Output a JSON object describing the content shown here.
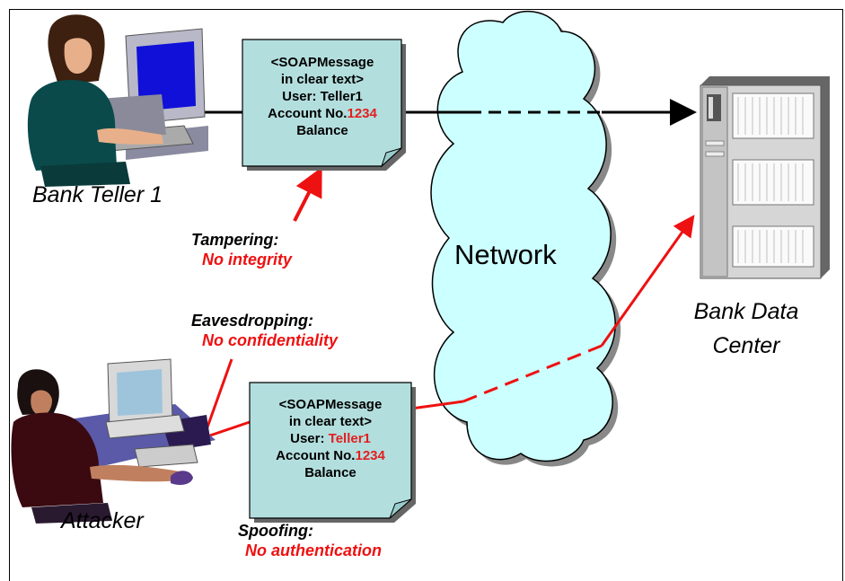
{
  "nodes": {
    "teller": "Bank Teller 1",
    "attacker": "Attacker",
    "datacenter_line1": "Bank Data",
    "datacenter_line2": "Center",
    "network": "Network"
  },
  "message_top": {
    "line1": "<SOAPMessage",
    "line2": "in clear text>",
    "user_prefix": "User: ",
    "user_value": "Teller1",
    "account_prefix": "Account No.",
    "account_value": "1234",
    "line5": "Balance"
  },
  "message_bottom": {
    "line1": "<SOAPMessage",
    "line2": "in clear text>",
    "user_prefix": "User: ",
    "user_value": "Teller1",
    "account_prefix": "Account No.",
    "account_value": "1234",
    "line5": "Balance"
  },
  "threats": {
    "tampering_title": "Tampering:",
    "tampering_sub": "No integrity",
    "eavesdropping_title": "Eavesdropping:",
    "eavesdropping_sub": "No confidentiality",
    "spoofing_title": "Spoofing:",
    "spoofing_sub": "No authentication"
  },
  "colors": {
    "threat": "#ee1111",
    "cloud": "#ccffff",
    "message_fill": "#b3dede",
    "arrow_normal": "#000000",
    "arrow_attack": "#ee1111"
  }
}
